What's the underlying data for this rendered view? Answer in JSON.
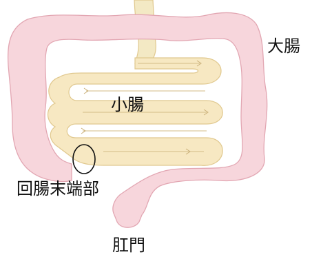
{
  "labels": {
    "large_intestine": "大腸",
    "small_intestine": "小腸",
    "terminal_ileum": "回腸末端部",
    "anus": "肛門"
  },
  "colors": {
    "large_intestine_fill": "#F7D6DC",
    "large_intestine_stroke": "#E2A6B2",
    "small_intestine_fill": "#F7E8C2",
    "small_intestine_stroke": "#E0C88E",
    "stomach_top": "#F3E9C4",
    "marker": "#111111"
  }
}
